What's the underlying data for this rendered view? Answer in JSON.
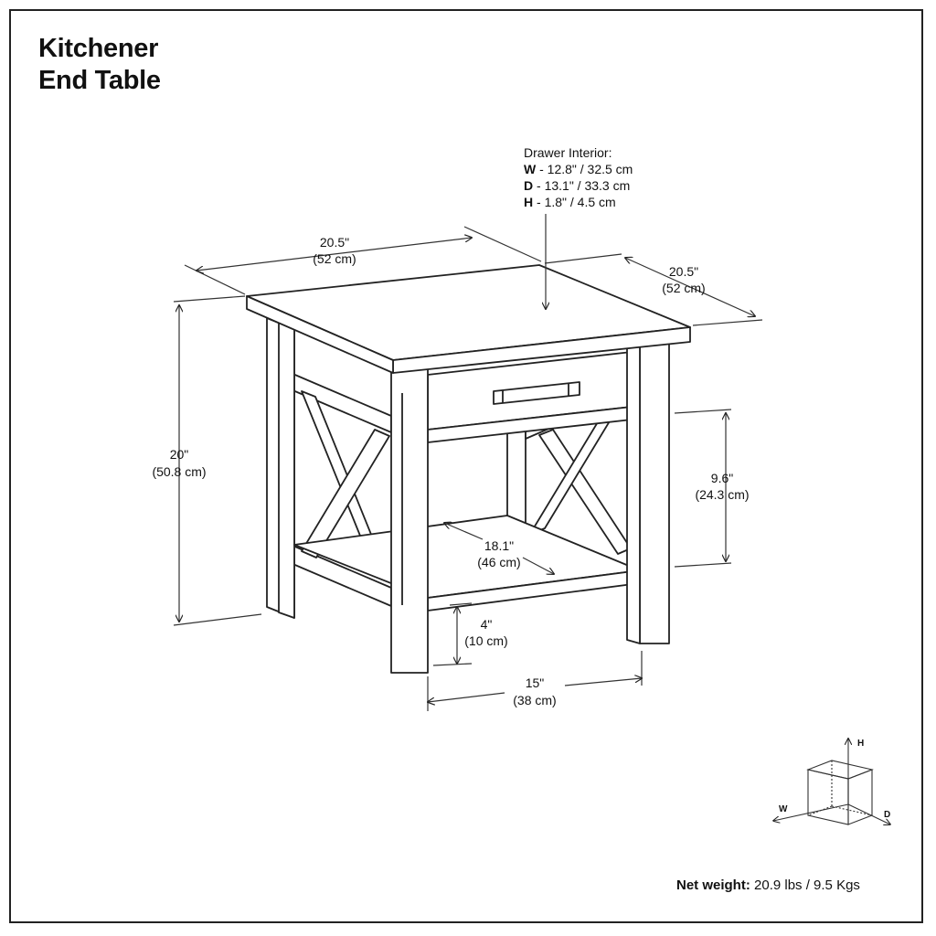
{
  "title": {
    "line1": "Kitchener",
    "line2": "End Table"
  },
  "drawer_interior": {
    "heading": "Drawer Interior:",
    "w_key": "W",
    "w_value": " - 12.8\" / 32.5 cm",
    "d_key": "D",
    "d_value": " - 13.1\" / 33.3 cm",
    "h_key": "H",
    "h_value": " - 1.8\" / 4.5 cm"
  },
  "dimensions": {
    "width": {
      "inch": "20.5\"",
      "cm": "(52 cm)"
    },
    "depth": {
      "inch": "20.5\"",
      "cm": "(52 cm)"
    },
    "height": {
      "inch": "20\"",
      "cm": "(50.8 cm)"
    },
    "shelf_opening": {
      "inch": "9.6\"",
      "cm": "(24.3 cm)"
    },
    "shelf_width": {
      "inch": "18.1\"",
      "cm": "(46 cm)"
    },
    "clearance": {
      "inch": "4\"",
      "cm": "(10 cm)"
    },
    "leg_span": {
      "inch": "15\"",
      "cm": "(38 cm)"
    }
  },
  "axes": {
    "h": "H",
    "w": "W",
    "d": "D"
  },
  "net_weight": {
    "label": "Net weight:",
    "value": " 20.9 lbs / 9.5 Kgs"
  }
}
